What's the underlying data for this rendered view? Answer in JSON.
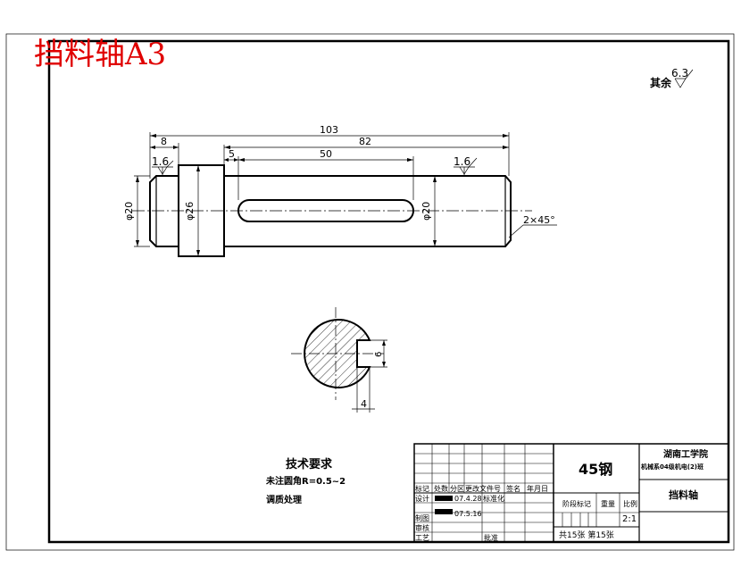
{
  "title": "挡料轴A3",
  "roughness": {
    "remaining_label": "其余",
    "remaining_value": "6.3",
    "surface_1": "1.6",
    "surface_2": "1.6"
  },
  "dimensions": {
    "overall_length": "103",
    "length_82": "82",
    "length_8": "8",
    "length_5": "5",
    "keyway_length": "50",
    "dia_left": "φ20",
    "dia_collar": "φ26",
    "dia_right": "φ20",
    "chamfer": "2×45°",
    "key_depth": "6",
    "key_width": "4"
  },
  "tech_requirements": {
    "heading": "技术要求",
    "item1": "未注圆角R=0.5~2",
    "item2": "调质处理"
  },
  "title_block": {
    "material": "45钢",
    "school": "湖南工学院",
    "class_info": "机械系04级机电(2)班",
    "part_name": "挡料轴",
    "col_mark": "标记",
    "col_count": "处数",
    "col_zone": "分区",
    "col_docno": "更改文件号",
    "col_sign": "签名",
    "col_date": "年月日",
    "row_design": "设计",
    "row_draw": "制图",
    "row_check": "审核",
    "row_process": "工艺",
    "date1": "07.4.28",
    "std_label": "标准化",
    "date2": "07.5.16",
    "approve": "批准",
    "stage_label": "阶段标记",
    "weight_label": "重量",
    "scale_label": "比例",
    "scale_value": "2:1",
    "sheets": "共15张 第15张"
  }
}
